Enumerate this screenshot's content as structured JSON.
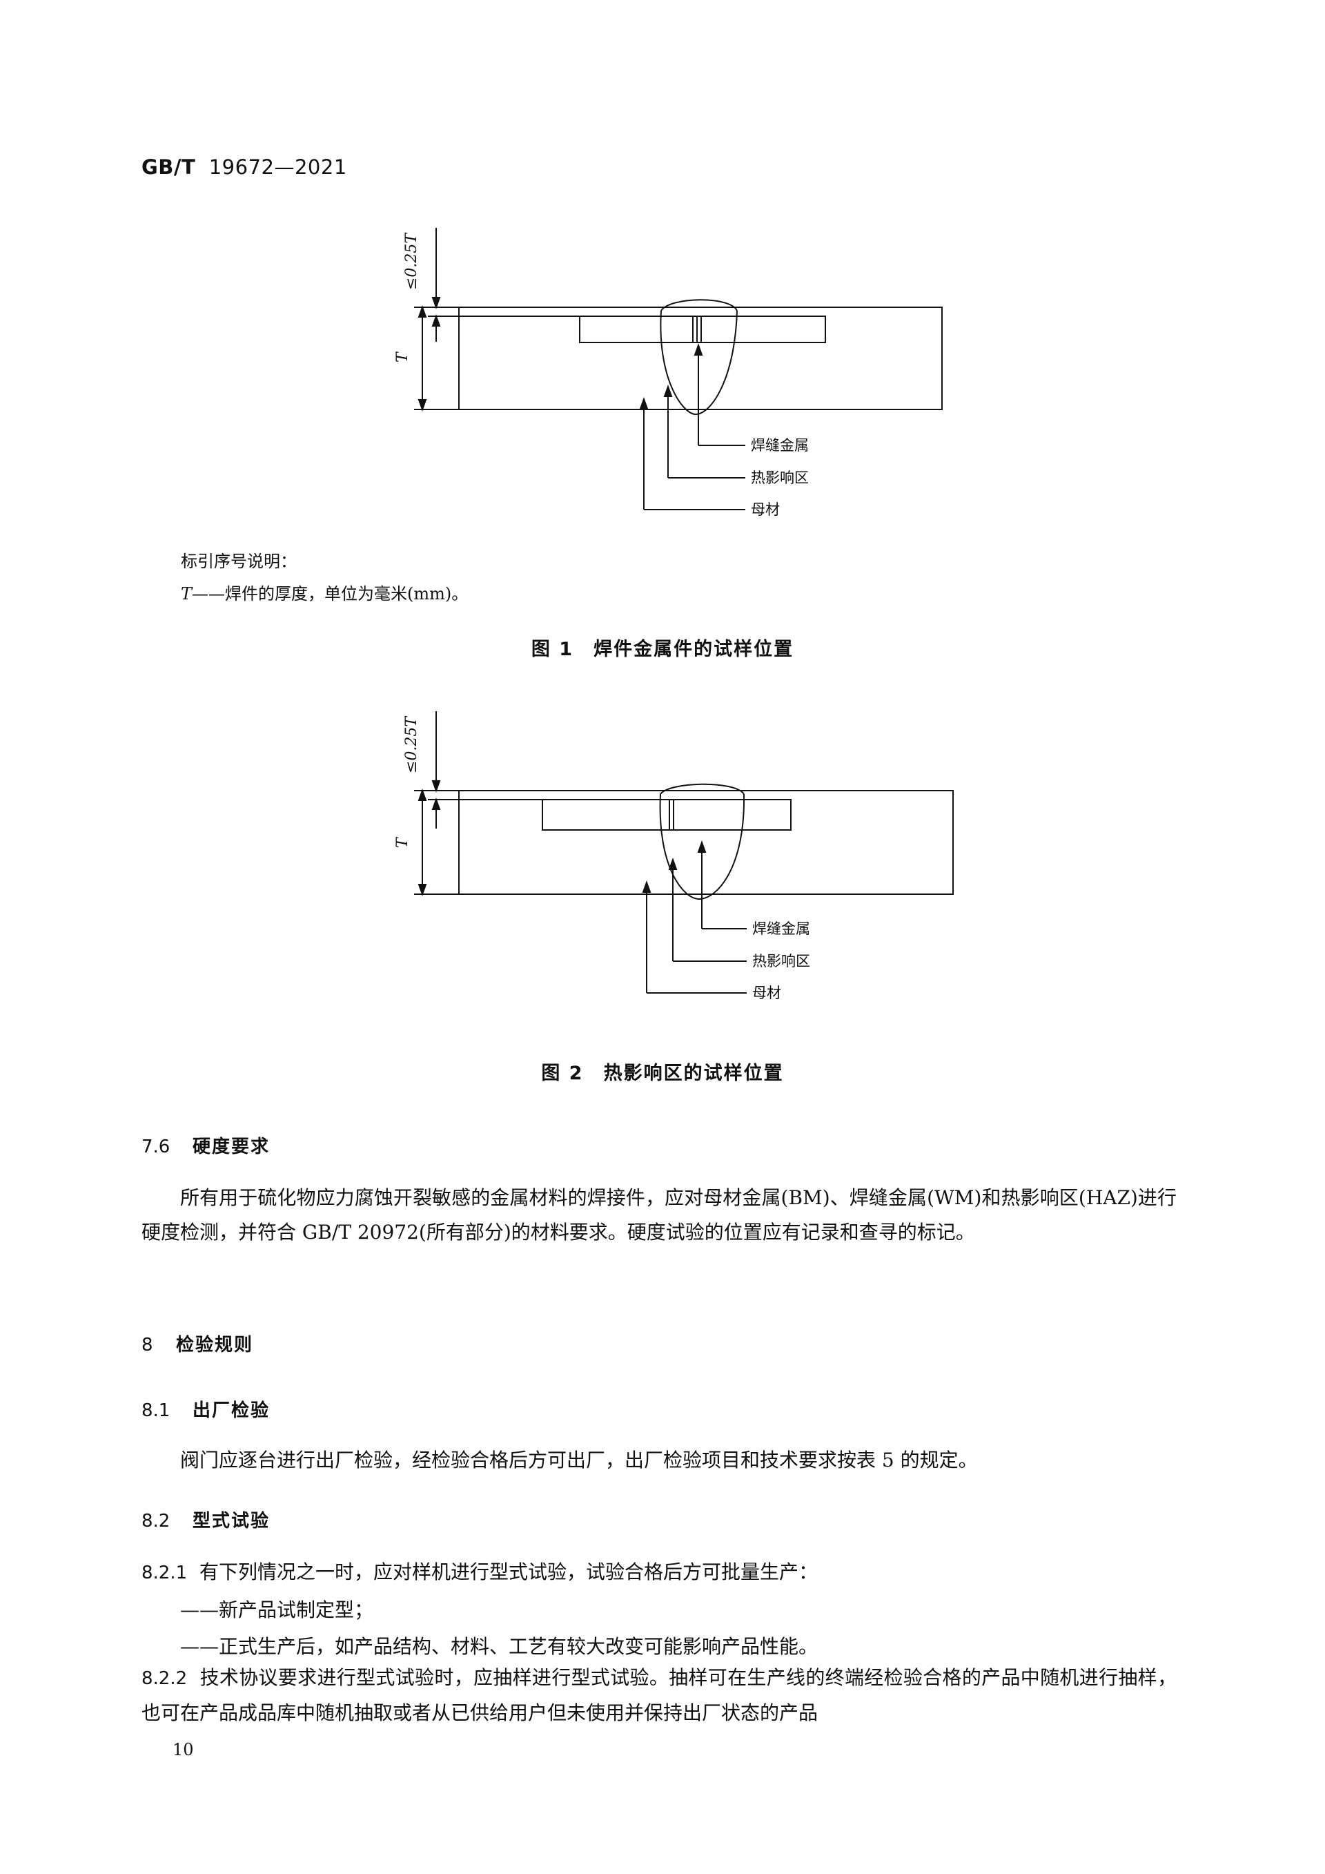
{
  "header": {
    "std_code": "GB/T",
    "std_number": "19672—2021"
  },
  "figure1": {
    "dim_top": "≤0.25T",
    "dim_side": "T",
    "labels": [
      "焊缝金属",
      "热影响区",
      "母材"
    ]
  },
  "key_note": {
    "title": "标引序号说明：",
    "symbol": "T",
    "text": "——焊件的厚度，单位为毫米(mm)。"
  },
  "caption1": "图 1　焊件金属件的试样位置",
  "figure2": {
    "dim_top": "≤0.25T",
    "dim_side": "T",
    "labels": [
      "焊缝金属",
      "热影响区",
      "母材"
    ]
  },
  "caption2": "图 2　热影响区的试样位置",
  "sections": {
    "s7_6": {
      "num": "7.6",
      "title": "硬度要求",
      "para": "所有用于硫化物应力腐蚀开裂敏感的金属材料的焊接件，应对母材金属(BM)、焊缝金属(WM)和热影响区(HAZ)进行硬度检测，并符合 GB/T 20972(所有部分)的材料要求。硬度试验的位置应有记录和查寻的标记。"
    },
    "s8": {
      "num": "8",
      "title": "检验规则"
    },
    "s8_1": {
      "num": "8.1",
      "title": "出厂检验",
      "para": "阀门应逐台进行出厂检验，经检验合格后方可出厂，出厂检验项目和技术要求按表 5 的规定。"
    },
    "s8_2": {
      "num": "8.2",
      "title": "型式试验"
    },
    "s8_2_1": {
      "num": "8.2.1",
      "text": "有下列情况之一时，应对样机进行型式试验，试验合格后方可批量生产：",
      "items": [
        "——新产品试制定型；",
        "——正式生产后，如产品结构、材料、工艺有较大改变可能影响产品性能。"
      ]
    },
    "s8_2_2": {
      "num": "8.2.2",
      "text": "技术协议要求进行型式试验时，应抽样进行型式试验。抽样可在生产线的终端经检验合格的产品中随机进行抽样，也可在产品成品库中随机抽取或者从已供给用户但未使用并保持出厂状态的产品"
    }
  },
  "page_number": "10"
}
